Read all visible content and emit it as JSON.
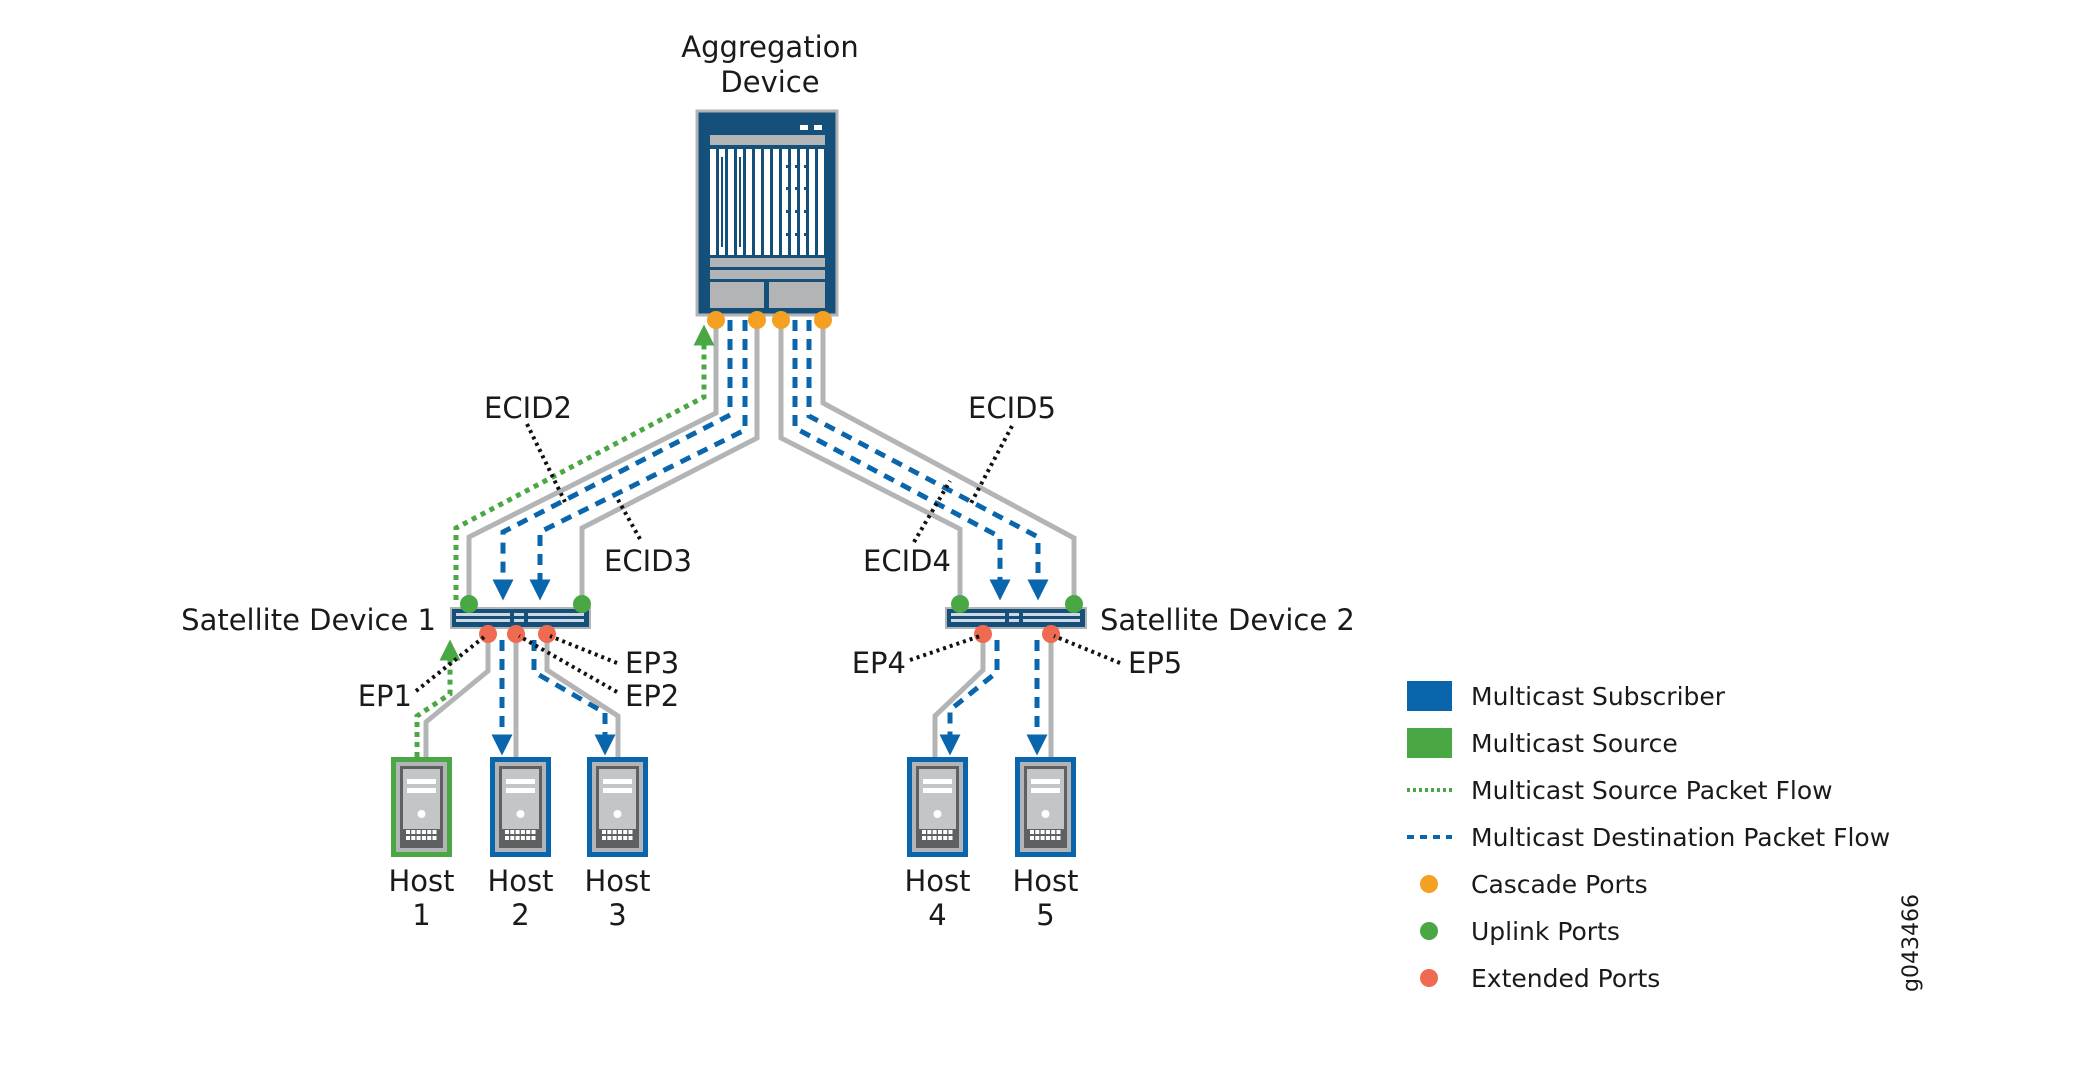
{
  "colors": {
    "device_navy": "#14507a",
    "subscriber_blue": "#0a66ac",
    "source_green": "#4aa844",
    "cascade_orange": "#f4a022",
    "uplink_green": "#4aa844",
    "extended_red": "#ef6a50",
    "link_gray": "#b3b4b6",
    "callout_black": "#111111"
  },
  "aggregation_device": {
    "label_line1": "Aggregation",
    "label_line2": "Device"
  },
  "satellites": [
    {
      "id": "sd1",
      "label": "Satellite Device 1"
    },
    {
      "id": "sd2",
      "label": "Satellite Device 2"
    }
  ],
  "ecid_labels": [
    "ECID2",
    "ECID3",
    "ECID4",
    "ECID5"
  ],
  "extended_port_labels": [
    "EP1",
    "EP2",
    "EP3",
    "EP4",
    "EP5"
  ],
  "hosts": [
    {
      "line1": "Host",
      "line2": "1",
      "role": "source"
    },
    {
      "line1": "Host",
      "line2": "2",
      "role": "subscriber"
    },
    {
      "line1": "Host",
      "line2": "3",
      "role": "subscriber"
    },
    {
      "line1": "Host",
      "line2": "4",
      "role": "subscriber"
    },
    {
      "line1": "Host",
      "line2": "5",
      "role": "subscriber"
    }
  ],
  "legend": [
    {
      "kind": "swatch",
      "color": "subscriber_blue",
      "label": "Multicast Subscriber"
    },
    {
      "kind": "swatch",
      "color": "source_green",
      "label": "Multicast Source"
    },
    {
      "kind": "dotted-line",
      "color": "source_green",
      "label": "Multicast Source Packet Flow"
    },
    {
      "kind": "dashed-line",
      "color": "subscriber_blue",
      "label": "Multicast Destination Packet Flow"
    },
    {
      "kind": "dot",
      "color": "cascade_orange",
      "label": "Cascade Ports"
    },
    {
      "kind": "dot",
      "color": "uplink_green",
      "label": "Uplink Ports"
    },
    {
      "kind": "dot",
      "color": "extended_red",
      "label": "Extended Ports"
    }
  ],
  "figure_id": "g043466"
}
